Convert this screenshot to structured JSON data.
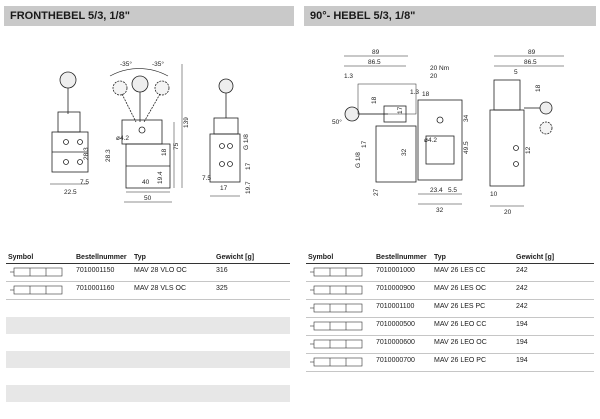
{
  "headers": {
    "left": "FRONTHEBEL 5/3, 1/8\"",
    "right": "90°- HEBEL 5/3, 1/8\""
  },
  "left_drawing": {
    "dims": [
      "-35°",
      "-35°",
      "ø4.2",
      "28.3",
      "139",
      "75",
      "18",
      "19.4",
      "40",
      "50",
      "7.5",
      "22.5",
      "G 1/8",
      "17",
      "7.5",
      "17",
      "19.7",
      "28.3"
    ]
  },
  "right_drawing": {
    "dims": [
      "89",
      "86.5",
      "20 Nm",
      "20",
      "1.3",
      "18",
      "17",
      "50°",
      "ø4.2",
      "32",
      "34",
      "49.5",
      "18",
      "1.3",
      "17",
      "G 1/8",
      "27",
      "23.4",
      "5.5",
      "32",
      "89",
      "86.5",
      "5",
      "18",
      "12",
      "10",
      "20"
    ]
  },
  "table_headers": {
    "symbol": "Symbol",
    "bestellnummer": "Bestellnummer",
    "typ": "Typ",
    "gewicht": "Gewicht [g]"
  },
  "left_table": {
    "rows": [
      {
        "nr": "7010001150",
        "typ": "MAV 28 VLO OC",
        "gewicht": "316"
      },
      {
        "nr": "7010001160",
        "typ": "MAV 28 VLS OC",
        "gewicht": "325"
      }
    ]
  },
  "right_table": {
    "rows": [
      {
        "nr": "7010001000",
        "typ": "MAV 26 LES CC",
        "gewicht": "242"
      },
      {
        "nr": "7010000900",
        "typ": "MAV 26 LES OC",
        "gewicht": "242"
      },
      {
        "nr": "7010001100",
        "typ": "MAV 26 LES PC",
        "gewicht": "242"
      },
      {
        "nr": "7010000500",
        "typ": "MAV 26 LEO CC",
        "gewicht": "194"
      },
      {
        "nr": "7010000600",
        "typ": "MAV 26 LEO OC",
        "gewicht": "194"
      },
      {
        "nr": "7010000700",
        "typ": "MAV 26 LEO PC",
        "gewicht": "194"
      }
    ]
  }
}
